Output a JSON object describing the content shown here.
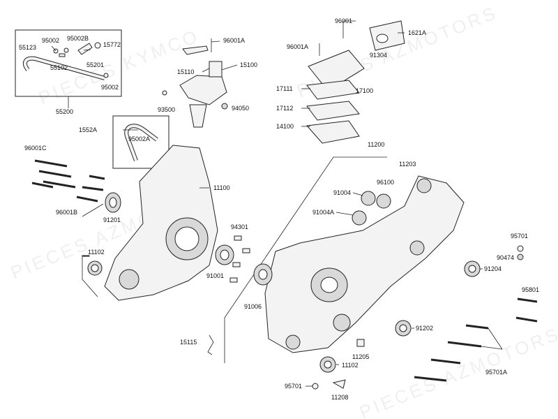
{
  "watermark": {
    "text_1": "PIECES AZMOTORS",
    "text_2": "PIECES KYMCO"
  },
  "callouts": [
    {
      "id": "55123",
      "text": "55123"
    },
    {
      "id": "95002-a",
      "text": "95002"
    },
    {
      "id": "95002b",
      "text": "95002B"
    },
    {
      "id": "15772",
      "text": "15772"
    },
    {
      "id": "55102",
      "text": "55102"
    },
    {
      "id": "55201",
      "text": "55201"
    },
    {
      "id": "95002-b",
      "text": "95002"
    },
    {
      "id": "55200",
      "text": "55200"
    },
    {
      "id": "96001a-1",
      "text": "96001A"
    },
    {
      "id": "15110",
      "text": "15110"
    },
    {
      "id": "15100",
      "text": "15100"
    },
    {
      "id": "93500",
      "text": "93500"
    },
    {
      "id": "94050",
      "text": "94050"
    },
    {
      "id": "1552a",
      "text": "1552A"
    },
    {
      "id": "95002a",
      "text": "95002A"
    },
    {
      "id": "96001c",
      "text": "96001C"
    },
    {
      "id": "96001b",
      "text": "96001B"
    },
    {
      "id": "11100",
      "text": "11100"
    },
    {
      "id": "91201",
      "text": "91201"
    },
    {
      "id": "11102-a",
      "text": "11102"
    },
    {
      "id": "94301",
      "text": "94301"
    },
    {
      "id": "91001",
      "text": "91001"
    },
    {
      "id": "96001",
      "text": "96001"
    },
    {
      "id": "1621a",
      "text": "1621A"
    },
    {
      "id": "96001a-2",
      "text": "96001A"
    },
    {
      "id": "91304",
      "text": "91304"
    },
    {
      "id": "17111",
      "text": "17111"
    },
    {
      "id": "17100",
      "text": "17100"
    },
    {
      "id": "17112",
      "text": "17112"
    },
    {
      "id": "14100",
      "text": "14100"
    },
    {
      "id": "11200",
      "text": "11200"
    },
    {
      "id": "11203",
      "text": "11203"
    },
    {
      "id": "91004",
      "text": "91004"
    },
    {
      "id": "96100",
      "text": "96100"
    },
    {
      "id": "91004a",
      "text": "91004A"
    },
    {
      "id": "95701-a",
      "text": "95701"
    },
    {
      "id": "90474",
      "text": "90474"
    },
    {
      "id": "91204",
      "text": "91204"
    },
    {
      "id": "91006",
      "text": "91006"
    },
    {
      "id": "95801",
      "text": "95801"
    },
    {
      "id": "91202",
      "text": "91202"
    },
    {
      "id": "15115",
      "text": "15115"
    },
    {
      "id": "11205",
      "text": "11205"
    },
    {
      "id": "11102-b",
      "text": "11102"
    },
    {
      "id": "95701a",
      "text": "95701A"
    },
    {
      "id": "95701-b",
      "text": "95701"
    },
    {
      "id": "11208",
      "text": "11208"
    }
  ]
}
